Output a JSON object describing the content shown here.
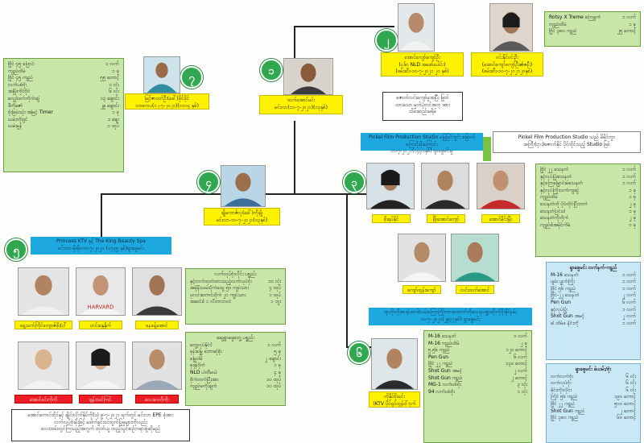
{
  "nodes": {
    "n1": {
      "num": "၁",
      "name": "ထက်အောင်မင်း",
      "detail": "မင်းလာ(၁၁-၇-၂၀၂၁)(၁၃နှစ်)"
    },
    "n9": {
      "num": "၇",
      "name": "မြင့်ဇာဝတ်ဦး(ခေါ်)ခိုင်ခိုင်",
      "detail": "သာဓကပ(၁၂-၇-၂၀၂၁)(၁၁၀၄ နှစ်)"
    },
    "n2": {
      "num": "၂",
      "name": "အောင်ကျော်ကျော်ဦး",
      "role": "(ပုဒ်ဝ NLD အဖော်ပေါင်း)",
      "detail": "(ဖမ်းဆီး-၁၀-၇-၂၀၂၁ ၂၀ နှစ်)"
    },
    "n2b": {
      "num": "",
      "name": "ဝင်းနိုင်ဝင်းဦး",
      "role": "(အောင်ကျော်ကျော်ဦး၏ဇနီး)",
      "detail": "(ဖမ်းဆီး-၁၀-၇-၂၀၂၁၂၀နှစ်)"
    },
    "n4": {
      "num": "၄",
      "name": "ချိုကောဇ်လှ(ခေါ်)ကိုချို",
      "detail": "မင်းလာ-၁၀-၇-၂၀၂၁(၁၃နှစ်)"
    },
    "n3": {
      "num": "၃",
      "members": [
        "စိုးရုပ်နိုင်",
        "ဖြိုးအောင်ကျော်",
        "အောင်မိုင်းမြိုး",
        "ကျော်ထွန်းကျော်",
        "လင်းထက်အောင်"
      ]
    },
    "n5": {
      "num": "၅",
      "title": "Princess KTV နှင့် The King Beauty Spa",
      "detail": "မင်းလာ-မိုးမိုး-၁၀-၇-၂၀၂၁ (၁၇၃၅ နှစ်)ရှာဖွေမင်း",
      "members": [
        "ရွှေသက်ကြိုင်ကျောဇ်ဖိုး(ငါ်ဝေ)",
        "ဟင်းနွေနှိုက်",
        "နေခန့်အောင်",
        "အောင်ဝင်းကိုကို",
        "ရွှန်းသင်ကြင်",
        "လေးဝေကိုကိုး"
      ]
    },
    "n6": {
      "num": "၆",
      "title": "ရာဘိုးတိုးဓားနဲဟာဒါလမ်းကြောကြိုးကားထောက်ကိုလေးနားရွှာဆိုးကိုဝိုးနိုင်နမ်း",
      "detail": "၁၀-၇-၂၀၂၁(၂၉၃၇နှစ်) ရှာဖွေမင်း",
      "name": "ကိုနိုင်စိုးမင်း",
      "sub": "(KTV ပိုင်ရှင်ထွန်ငါ်ဝှက်ဦး)"
    }
  },
  "notes": {
    "note1": {
      "line1": "ဇောတ်လင်းကျော်မှုအပြီး ဖြုတ်",
      "line2": "ထားသော မှတ်ပုံတင်အတု အား",
      "line3": "သိမ်းဆည်းမရိမ်"
    },
    "note2": {
      "line1": "Pinkel Film Production Studio သည် မိမိုင်ကွာ",
      "line2": "အကြီး(ငှား)ဇောတ်နိုင် ပိုင်ထိုင်သည့် Studio ဖြစ်"
    },
    "note3": {
      "line1": "အောင်ကောင်ထိုင်နှင့် ချိုင်းလိုက်နိုင်ကို(သုံ ၉-၇-၂၀၂၁ ရက်တွင် မင်းလာ EPE ခုံအား",
      "line2": "လက်လုပ်ဗုံးမိုးဖြင့် ဖေါက်ခွင်းဝင်ထွက်ပြုမှုများကိုလည်း",
      "line3": "လေးထမ်းထွင်ကြသည့်အတွက် ထုတ်ယူ ထည့်သွင်းစဉ်တရားစွဲဆိုမည်"
    }
  },
  "banners": {
    "pinkel": {
      "line1": "Pinkel Film Production Studio မြေပြင်ကွင်း မြောက်ကြေးပိုးမိုးကြောင်း",
      "line2": "၁၀-၇-၂၀၂၁(၁၄၄၀နှစ်) ရှာဖွေမင်းမှု"
    }
  },
  "lists": {
    "left": [
      [
        "ဗြိုင် ၄၅ ပြောင်း",
        "၁ လက်"
      ],
      [
        "ကျည်ထိမ်",
        "၁ ခု"
      ],
      [
        "ဗြိုင် ၄၅ ကျည်",
        "၅၅ တောင့်"
      ],
      [
        "လက်ပစ်ဗုံး",
        "၁ လုံး"
      ],
      [
        "အမြိုးကိုင်ဗိုင်",
        "၆ လုံး"
      ],
      [
        "လျှော်ဖက်ကိုက်ဆွဲ",
        "၁၃ ချောင်း"
      ],
      [
        "ဒီကိုဇော်",
        "၂၉ ချောင်း"
      ],
      [
        "ဗုံးခြမ်းသုံး အမြင့် Timer",
        "၁ ခု"
      ],
      [
        "ယမ်းကိုဗျင်",
        "၁ ချေး"
      ],
      [
        "ယမ်းမှုနံ",
        "၁ ထုပ်"
      ]
    ],
    "topright": [
      [
        "Rotsy X Treme ကြေခွက်",
        "၁ လက်"
      ],
      [
        "ကျည်ထိမ်",
        "၁ ခု"
      ],
      [
        "ဗြိုင် ၃၈၀ ကျည်",
        "၂၅ တောင့်"
      ]
    ],
    "studio": [
      [
        "ဗြိုင် ၂၂ သေနတ်",
        "၁ လက်"
      ],
      [
        "နှင့်လုပ်ပြုံးသေနတ်",
        "၁ လက်"
      ],
      [
        "နှင့်ကြေမြှောင်းမဲသေနတ်",
        "၁ လက်"
      ],
      [
        "နှင့်လုပ်ကြိုးလက်ကျဆွဲ",
        "၁ ခု"
      ],
      [
        "ကျည်ထိမ်",
        "၁ ခု"
      ],
      [
        "သေနတ်ကို ပိုင်ထိုင်ပြီးဘက်",
        "၂ ခု"
      ],
      [
        "သေနတ်ပြင်းပါ",
        "၁ ခု"
      ],
      [
        "သေနတ်ကိုတိုက်",
        "၂ ခု"
      ],
      [
        "ကျည်ဖံအမိုင်ကိမ်",
        "၁ ခု"
      ]
    ],
    "weapons1": {
      "title": "ရှာဖွေမင်း လက်နက်-ကျည်",
      "items": [
        [
          "M-16 သေနတ်",
          "၁ လက်"
        ],
        [
          "ပျမ်း ပွုက်ကြိုး",
          "၁ လက်"
        ],
        [
          "ဗြိုင် ၅၆ ကျည်",
          "၁ လက်"
        ],
        [
          "ဗြိုင်-၂၂ သေနတ်",
          "၂ လက်"
        ],
        [
          "Pen Gun",
          "၆ လက်"
        ],
        [
          "နှင့်လုပ်ပြုံး",
          "၁ လက်"
        ],
        [
          "Shot Gun အမင့်",
          "၂ လက်"
        ],
        [
          "ခါ ထိမ်ဖ နိင်းကို",
          "၁ လက်"
        ]
      ]
    },
    "weapons2": {
      "title": "ရှာဖွေမင်း ခဲယမ်း/ဗုံး",
      "items": [
        [
          "လက်လက်ဗုံး",
          "၆ လုံး"
        ],
        [
          "လက်လုပ်ဗုံး",
          "၆ လုံး"
        ],
        [
          "မိုင်းကိုးလိုင်း",
          "၆ လုံး"
        ],
        [
          "ကြိုင် ၅၆ ကျည်",
          "၁၉၀ တောင့်"
        ],
        [
          "ဗြိုင် ၂၂ ကျည်",
          "၅၀၀ တောင့်"
        ],
        [
          "Shot Gun ကျည်",
          "၂ တောင့်"
        ],
        [
          "ဗြိုင် ၃၈၀ ကျည်",
          "၆၀ တောင့်"
        ]
      ]
    },
    "ktv1": {
      "title": "လက်လုပ်ဗုံးလိုင်း ပစ္စည်း",
      "items": [
        [
          "နှင့်တက်ထုတ်ထားသည့်လက်လုပ်ဗုံး",
          "၁၀ လုံး"
        ],
        [
          "အမိုနီးယမ်းပိုက်ထွေ ၅၀ ကျပ်သား",
          "၄ ထုပ်"
        ],
        [
          "ပုလင်းတောင်းဝိုက် ၂၀ ကျပ်သား",
          "၁ ထုပ်"
        ],
        [
          "အဆင်ခံ ၁ လီတာဘဝင်",
          "၁ ဘူး"
        ]
      ]
    },
    "ktv2": {
      "title": "ဆွေ့ရှာဖွေတွေ့ ပစ္စည်း",
      "items": [
        [
          "တွေ့လုပ်နိုင်ငံ",
          "၁ လက်"
        ],
        [
          "ဖုန်းမြွေ ဘောဆုံစိုး",
          "၅ ခု"
        ],
        [
          "မြေ့ဝါမိ",
          "၂ ချောင်း"
        ],
        [
          "ဖုဒုန်ဝိုက်",
          "၁ ခု"
        ],
        [
          "NLD ပါတီမယ်",
          "၄ ခု"
        ],
        [
          "ဗိုက်တက်ပြီးအား",
          "၁၀ ထုပ်"
        ],
        [
          "ကျည်မကိုးချက်",
          "၁၀ ထုပ်"
        ]
      ]
    },
    "p6": [
      [
        "M-16 သေနတ်",
        "၁ လက်"
      ],
      [
        "M-16 ကျည်ထိမ်",
        "၂ ခု"
      ],
      [
        "၅.၅၆ ကျည်",
        "၁၂၀ တောင့်"
      ],
      [
        "Pen Gun",
        "၆ လက်"
      ],
      [
        "ဗြိုင် ၂၂ ကျည်",
        "၁၃၀ တောင့်"
      ],
      [
        "Shot Gun အမင့်",
        "၂ လက်"
      ],
      [
        "Shot Gun ကျည်",
        "၂ တောင့်"
      ],
      [
        "MG-1 လက်ပစ်ဗုံး",
        "၃ လုံး"
      ],
      [
        "94 လက်ပစ်ဗုံး",
        "၁ လုံး"
      ]
    ]
  }
}
